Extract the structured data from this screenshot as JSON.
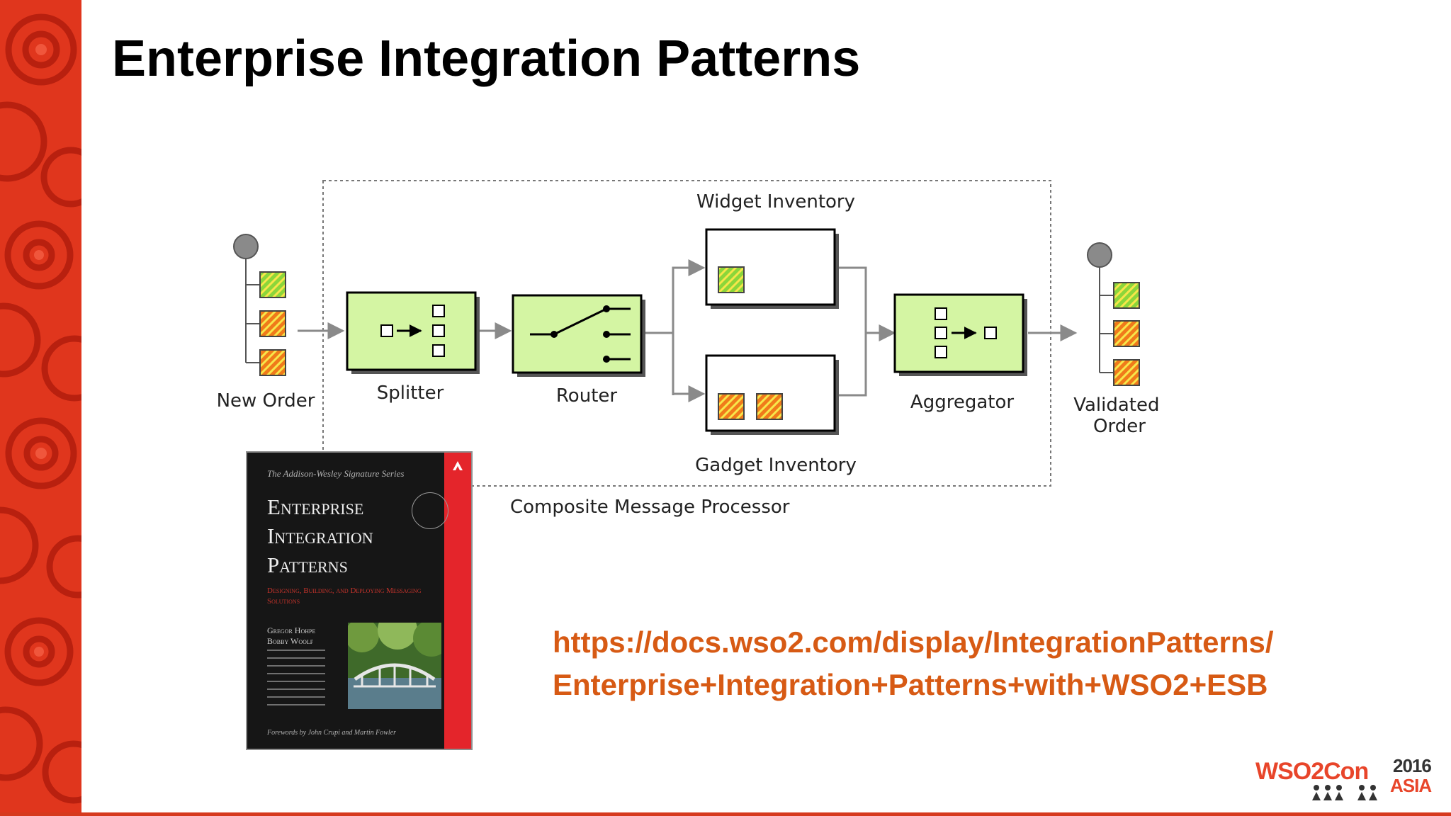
{
  "slide": {
    "title": "Enterprise Integration Patterns",
    "accent_color": "#d63a1e"
  },
  "diagram": {
    "stages": [
      {
        "id": "new-order",
        "label": "New Order"
      },
      {
        "id": "splitter",
        "label": "Splitter"
      },
      {
        "id": "router",
        "label": "Router"
      },
      {
        "id": "widget-inventory",
        "label": "Widget Inventory"
      },
      {
        "id": "gadget-inventory",
        "label": "Gadget Inventory"
      },
      {
        "id": "aggregator",
        "label": "Aggregator"
      },
      {
        "id": "validated-order",
        "label": "Validated Order",
        "label_lines": [
          "Validated",
          "Order"
        ]
      }
    ],
    "boundary_label": "Composite Message Processor",
    "colors": {
      "filter_fill": "#d4f5a3",
      "widget_item": "#8bd63a",
      "gadget_item": "#f07a1a",
      "stripe": "#f7e64a",
      "endpoint": "#8a8a8a"
    }
  },
  "book": {
    "series": "The Addison-Wesley Signature Series",
    "title_lines": [
      "Enterprise",
      "Integration",
      "Patterns"
    ],
    "subtitle": "Designing, Building, and Deploying Messaging Solutions",
    "authors": [
      "Gregor Hohpe",
      "Bobby Woolf"
    ],
    "foreword": "Forewords by John Crupi and Martin Fowler",
    "spine_color": "#e4252b"
  },
  "link": {
    "lines": [
      "https://docs.wso2.com/display/IntegrationPatterns/",
      "Enterprise+Integration+Patterns+with+WSO2+ESB"
    ],
    "color": "#d75a14"
  },
  "event_logo": {
    "brand": "WSO2Con",
    "year": "2016",
    "region": "ASIA"
  }
}
